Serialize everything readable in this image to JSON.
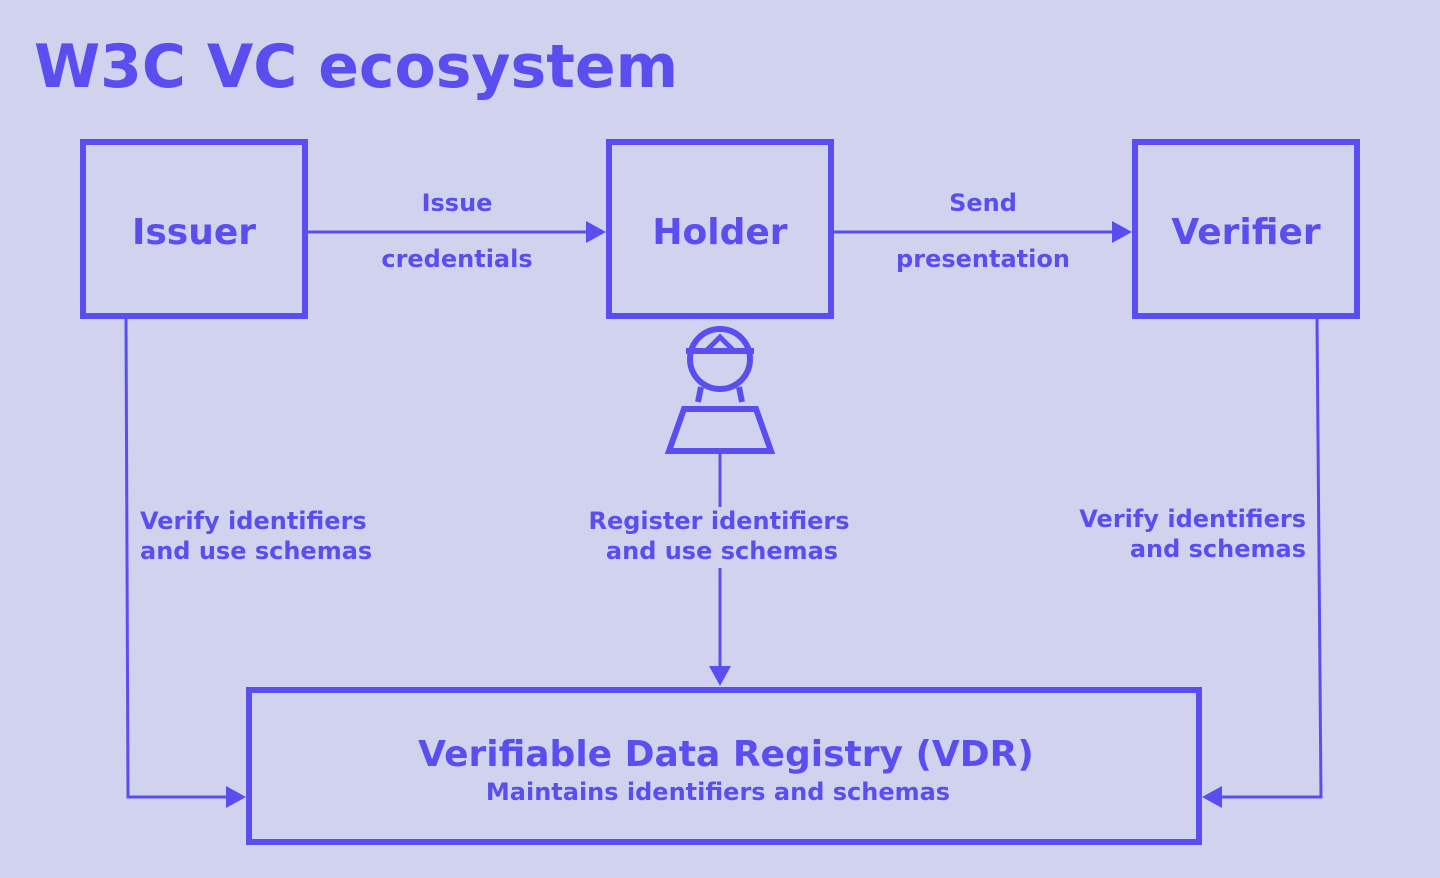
{
  "title": "W3C VC ecosystem",
  "nodes": {
    "issuer": "Issuer",
    "holder": "Holder",
    "verifier": "Verifier",
    "vdr": {
      "title": "Verifiable Data Registry (VDR)",
      "subtitle": "Maintains identifiers and schemas"
    }
  },
  "edges": {
    "issue": [
      "Issue",
      "credentials"
    ],
    "send": [
      "Send",
      "presentation"
    ],
    "issuer_vdr": [
      "Verify identifiers",
      "and use schemas"
    ],
    "holder_vdr": [
      "Register identifiers",
      "and use schemas"
    ],
    "verifier_vdr": [
      "Verify identifiers",
      "and schemas"
    ]
  },
  "icons": {
    "holder": "person-icon"
  },
  "colors": {
    "background": "#d1d2ee",
    "accent": "#5b4ef0"
  }
}
